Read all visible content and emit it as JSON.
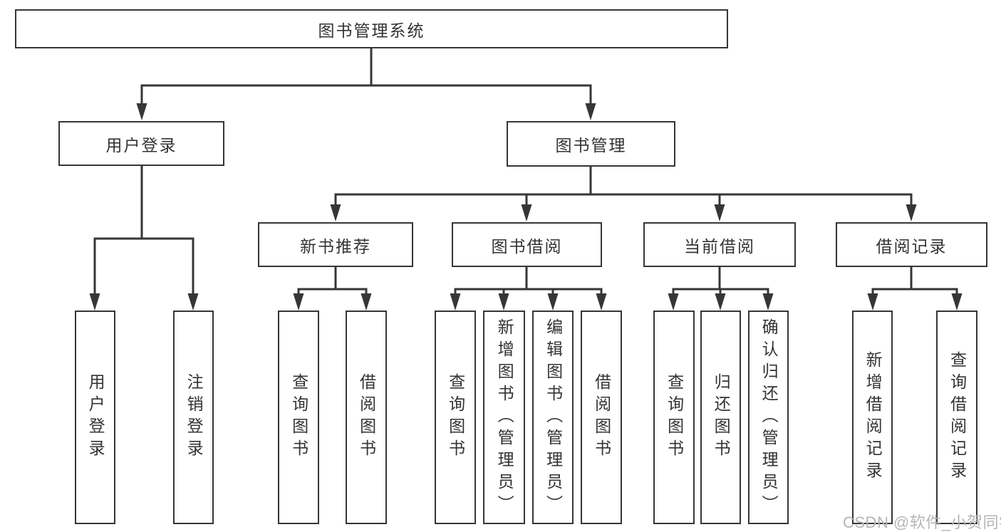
{
  "diagram": {
    "root": "图书管理系统",
    "level1": [
      "用户登录",
      "图书管理"
    ],
    "level2": [
      "新书推荐",
      "图书借阅",
      "当前借阅",
      "借阅记录"
    ],
    "leaves": {
      "user_login": [
        "用户登录",
        "注销登录"
      ],
      "new_book": [
        "查询图书",
        "借阅图书"
      ],
      "book_borrow": [
        "查询图书",
        "新增图书（管理员）",
        "编辑图书（管理员）",
        "借阅图书"
      ],
      "current_borrow": [
        "查询图书",
        "归还图书",
        "确认归还（管理员）"
      ],
      "borrow_record": [
        "新增借阅记录",
        "查询借阅记录"
      ]
    }
  },
  "watermark": "CSDN @软件_小贺同学",
  "colors": {
    "line": "#363636",
    "text": "#333333",
    "background": "#ffffff",
    "watermark": "#b3b6ba"
  }
}
